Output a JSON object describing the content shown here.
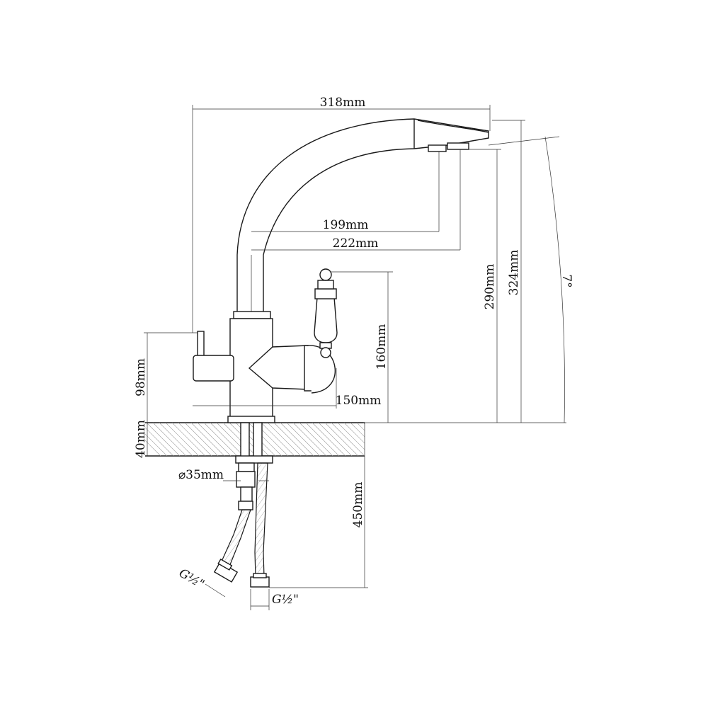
{
  "dimensions": {
    "spout_reach_total": "318mm",
    "reach_a": "199mm",
    "reach_b": "222mm",
    "height_290": "290mm",
    "height_324": "324mm",
    "angle": "7°",
    "handle_height": "160mm",
    "body_height": "98mm",
    "side_width": "150mm",
    "countertop": "40mm",
    "hole_diameter": "⌀35mm",
    "hose_length": "450mm",
    "thread_left": "G½\"",
    "thread_right": "G½\""
  }
}
